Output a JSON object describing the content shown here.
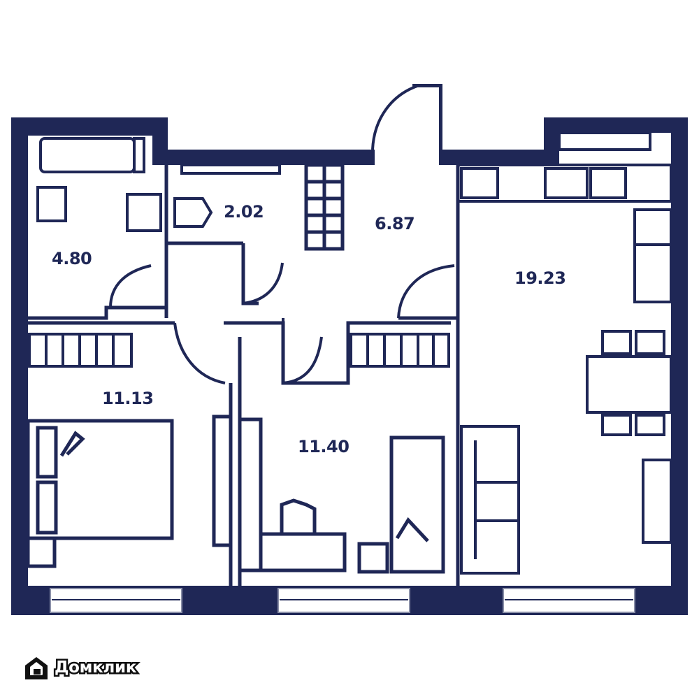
{
  "plan": {
    "type": "apartment-floor-plan",
    "wall_color": "#1f2756",
    "background_color": "#ffffff",
    "rooms": [
      {
        "id": "bathroom",
        "area": "4.80"
      },
      {
        "id": "toilet",
        "area": "2.02"
      },
      {
        "id": "hallway",
        "area": "6.87"
      },
      {
        "id": "kitchen-living",
        "area": "19.23"
      },
      {
        "id": "bedroom-1",
        "area": "11.13"
      },
      {
        "id": "bedroom-2",
        "area": "11.40"
      }
    ]
  },
  "logo": {
    "text": "Домклик",
    "icon": "house-logo-icon"
  }
}
